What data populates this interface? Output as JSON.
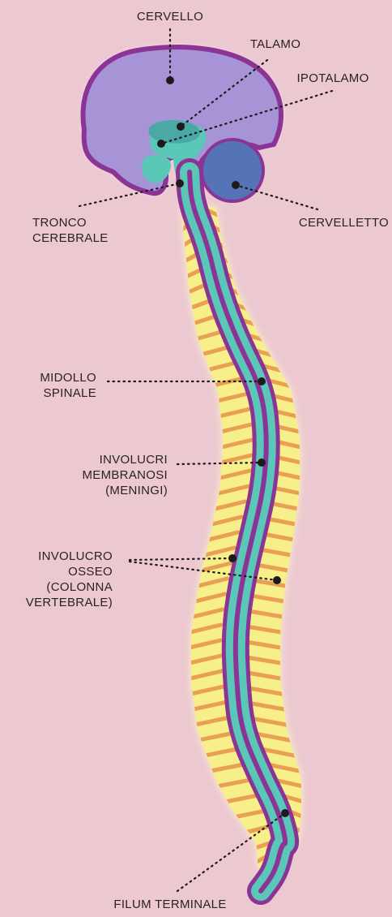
{
  "colors": {
    "background": "#ecc8d0",
    "brain_fill": "#a694d6",
    "outline": "#8a3596",
    "teal": "#5bc7b8",
    "cerebellum": "#5574b8",
    "bone": "#f6ef8a",
    "rib": "#e9a054",
    "pointer": "#1e1a1b"
  },
  "labels": {
    "cervello": [
      "CERVELLO"
    ],
    "talamo": [
      "TALAMO"
    ],
    "ipotalamo": [
      "IPOTALAMO"
    ],
    "tronco": [
      "TRONCO",
      "CEREBRALE"
    ],
    "cervelletto": [
      "CERVELLETTO"
    ],
    "midollo": [
      "MIDOLLO",
      "SPINALE"
    ],
    "involucri": [
      "INVOLUCRI",
      "MEMBRANOSI",
      "(MENINGI)"
    ],
    "osseo": [
      "INVOLUCRO",
      "OSSEO",
      "(COLONNA",
      "VERTEBRALE)"
    ],
    "filum": [
      "FILUM TERMINALE"
    ]
  }
}
